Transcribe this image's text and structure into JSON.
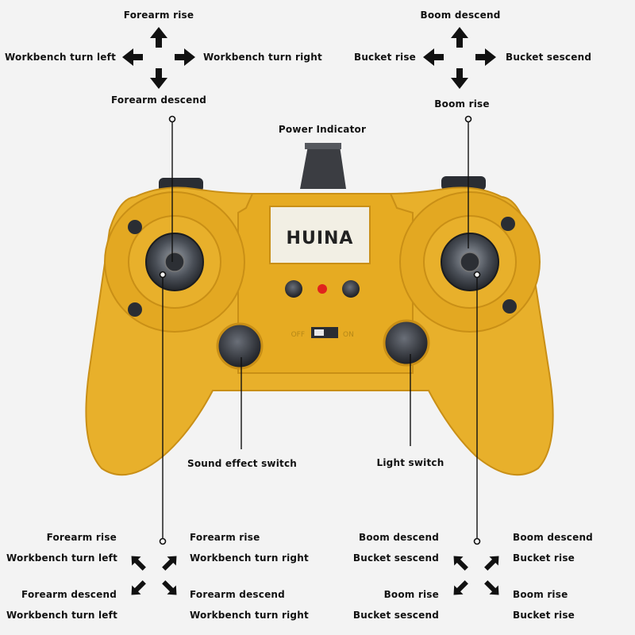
{
  "colors": {
    "body": "#e8b02b",
    "body_dark": "#c98f16",
    "button": "#2a2d33",
    "led": "#e0231d"
  },
  "left_stick_top": {
    "up": "Forearm rise",
    "left": "Workbench turn left",
    "right": "Workbench turn right",
    "down": "Forearm descend"
  },
  "right_stick_top": {
    "up": "Boom descend",
    "left": "Bucket rise",
    "right": "Bucket sescend",
    "down": "Boom rise"
  },
  "center": {
    "power_indicator": "Power Indicator",
    "logo": "HUINA",
    "switch_off": "OFF",
    "switch_on": "ON"
  },
  "callouts": {
    "sound": "Sound effect switch",
    "light": "Light switch"
  },
  "left_stick_bottom": {
    "ul": "Forearm rise",
    "ur": "Forearm rise",
    "ul2": "Workbench turn left",
    "ur2": "Workbench turn right",
    "dl": "Forearm descend",
    "dr": "Forearm descend",
    "dl2": "Workbench turn left",
    "dr2": "Workbench turn right"
  },
  "right_stick_bottom": {
    "ul": "Boom descend",
    "ur": "Boom descend",
    "ul2": "Bucket sescend",
    "ur2": "Bucket rise",
    "dl": "Boom rise",
    "dr": "Boom rise",
    "dl2": "Bucket sescend",
    "dr2": "Bucket rise"
  }
}
